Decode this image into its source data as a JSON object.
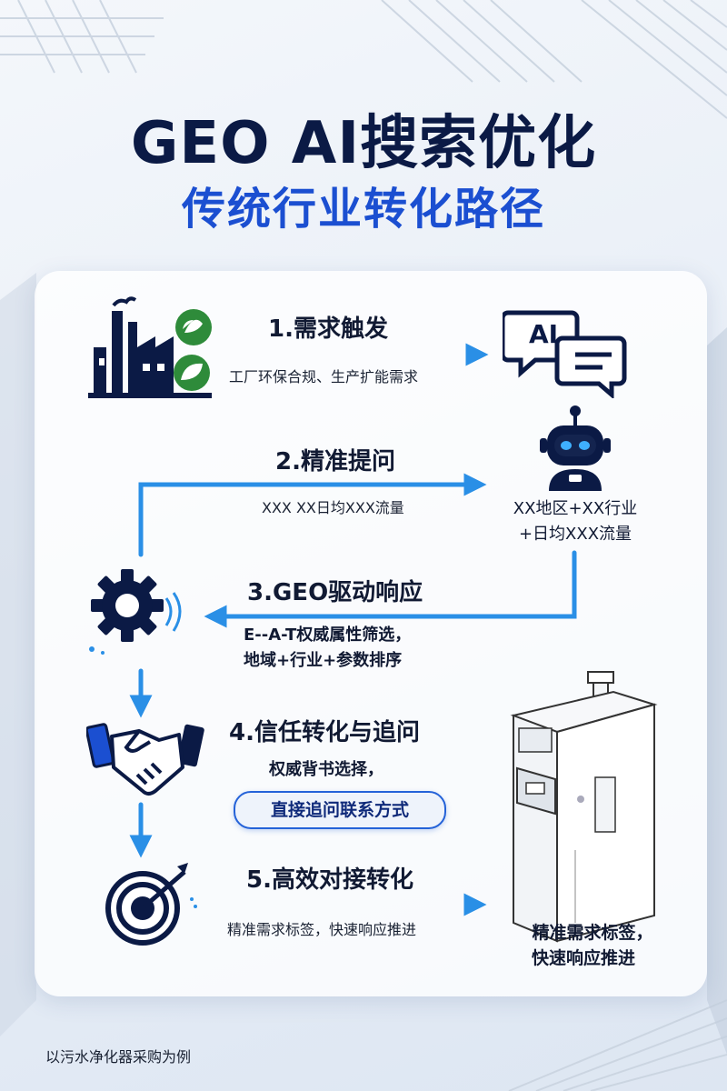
{
  "title": {
    "line1": "GEO AI搜索优化",
    "line2": "传统行业转化路径"
  },
  "steps": [
    {
      "title": "1.需求触发",
      "desc": "工厂环保合规、生产扩能需求"
    },
    {
      "title": "2.精准提问",
      "desc": "XXX XX日均XXX流量"
    },
    {
      "title": "3.GEO驱动响应",
      "desc_line1": "E--A-T权威属性筛选，",
      "desc_line2": "地域+行业+参数排序"
    },
    {
      "title": "4.信任转化与追问",
      "desc": "权威背书选择，",
      "highlight": "直接追问联系方式"
    },
    {
      "title": "5.高效对接转化",
      "desc": "精准需求标签，快速响应推进"
    }
  ],
  "side": {
    "ai_bubble": "AI",
    "query_line1": "XX地区+XX行业",
    "query_line2": "+日均XXX流量",
    "result_line1": "精准需求标签，",
    "result_line2": "快速响应推进"
  },
  "footnote": "以污水净化器采购为例",
  "colors": {
    "accent": "#1b4fd1",
    "arrow": "#2a8fe6",
    "dark": "#0b1a45"
  }
}
